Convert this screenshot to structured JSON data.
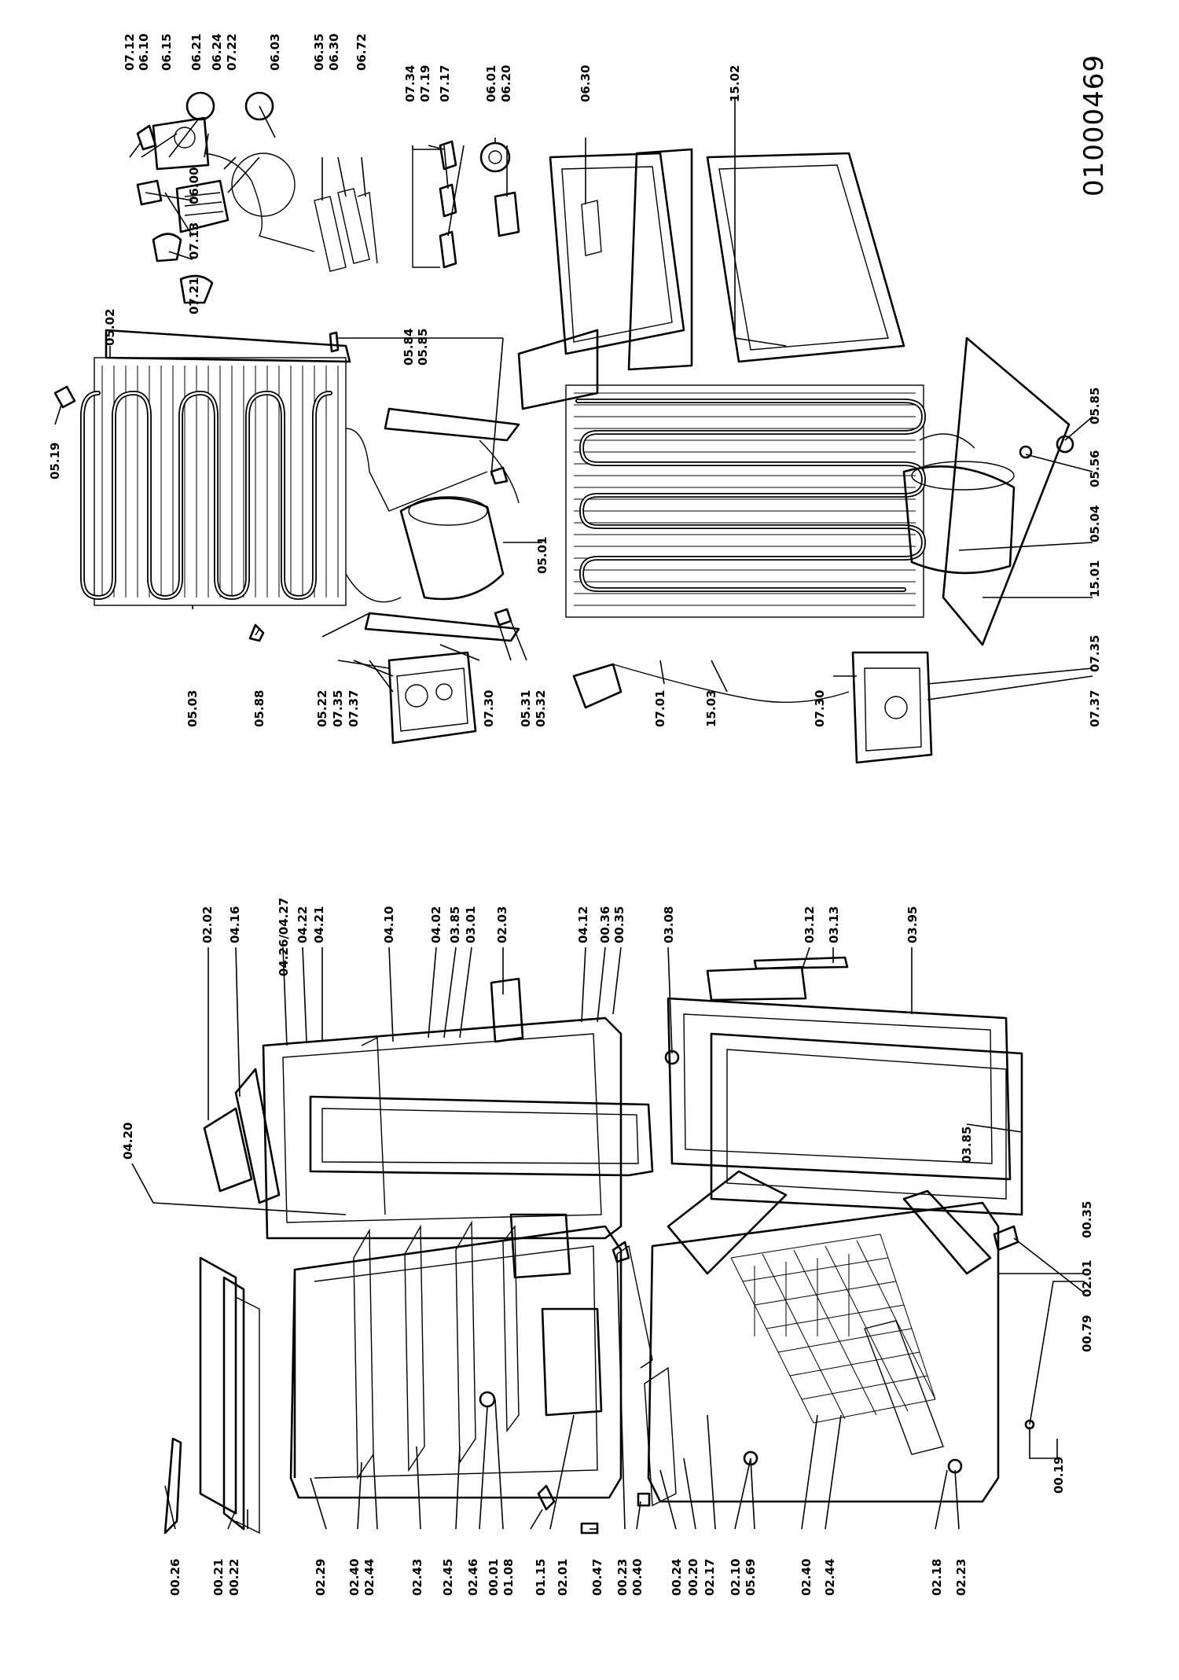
{
  "document_number": "01000469",
  "labels": {
    "L_0026": "00.26",
    "L_0021": "00.21",
    "L_0022": "00.22",
    "L_0229": "02.29",
    "L_0240a": "02.40",
    "L_0244a": "02.44",
    "L_0243": "02.43",
    "L_0245": "02.45",
    "L_0246": "02.46",
    "L_0001": "00.01",
    "L_0108": "01.08",
    "L_0115": "01.15",
    "L_0201a": "02.01",
    "L_0047": "00.47",
    "L_0023": "00.23",
    "L_0040": "00.40",
    "L_0024": "00.24",
    "L_0020": "00.20",
    "L_0217": "02.17",
    "L_0210": "02.10",
    "L_0569": "05.69",
    "L_0240b": "02.40",
    "L_0244b": "02.44",
    "L_0218": "02.18",
    "L_0223": "02.23",
    "L_0019": "00.19",
    "L_0079": "00.79",
    "L_0201b": "02.01",
    "L_0035b": "00.35",
    "L_0385b": "03.85",
    "L_0395": "03.95",
    "L_0313": "03.13",
    "L_0312": "03.12",
    "L_0308": "03.08",
    "L_0036": "00.36",
    "L_0035a": "00.35",
    "L_0412": "04.12",
    "L_0203": "02.03",
    "L_0301": "03.01",
    "L_0385a": "03.85",
    "L_0402": "04.02",
    "L_0410": "04.10",
    "L_0421": "04.21",
    "L_0422": "04.22",
    "L_0426": "04.26/04.27",
    "L_0416": "04.16",
    "L_0202": "02.02",
    "L_0420": "04.20",
    "L_0503": "05.03",
    "L_0588": "05.88",
    "L_0522": "05.22",
    "L_0735a": "07.35",
    "L_0737a": "07.37",
    "L_0730a": "07.30",
    "L_0531": "05.31",
    "L_0532": "05.32",
    "L_0701": "07.01",
    "L_1503": "15.03",
    "L_0730b": "07.30",
    "L_0737b": "07.37",
    "L_0735b": "07.35",
    "L_1501": "15.01",
    "L_0504": "05.04",
    "L_0556": "05.56",
    "L_0585b": "05.85",
    "L_0501": "05.01",
    "L_0584": "05.84",
    "L_0585a": "05.85",
    "L_0519": "05.19",
    "L_0502": "05.02",
    "L_0721": "07.21",
    "L_0713": "07.13",
    "L_0600": "06.00",
    "L_0712": "07.12",
    "L_0610": "06.10",
    "L_0615": "06.15",
    "L_0621": "06.21",
    "L_0624": "06.24",
    "L_0722": "07.22",
    "L_0603": "06.03",
    "L_0635": "06.35",
    "L_0630a": "06.30",
    "L_0672": "06.72",
    "L_0734": "07.34",
    "L_0719": "07.19",
    "L_0717": "07.17",
    "L_0601": "06.01",
    "L_0620": "06.20",
    "L_0630b": "06.30",
    "L_1502": "15.02"
  }
}
